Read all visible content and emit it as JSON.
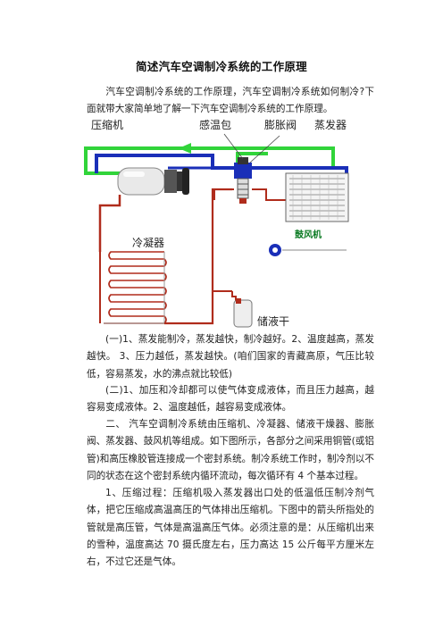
{
  "document": {
    "title": "简述汽车空调制冷系统的工作原理",
    "intro": "汽车空调制冷系统的工作原理，汽车空调制冷系统如何制冷?下面就带大家简单地了解一下汽车空调制冷系统的工作原理。",
    "paragraphs": [
      "(一)1、蒸发能制冷，蒸发越快，制冷越好。2、温度越高，蒸发越快。 3、压力越低，蒸发越快。(咱们国家的青藏高原，气压比较低，容易蒸发，水的沸点就比较低)",
      "(二)1、加压和冷却都可以使气体变成液体，而且压力越高，越容易变成液体。2、温度越低，越容易变成液体。",
      "二、 汽车空调制冷系统由压缩机、冷凝器、储液干燥器、膨胀阀、蒸发器、鼓风机等组成。如下图所示，各部分之间采用铜管(或铝管)和高压橡胶管连接成一个密封系统。制冷系统工作时，制冷剂以不同的状态在这个密封系统内循环流动，每次循环有 4 个基本过程。",
      "1、压缩过程：压缩机吸入蒸发器出口处的低温低压制冷剂气体，把它压缩成高温高压的气体排出压缩机。下图中的箭头所指处的管就是高压管，气体是高温高压气体。必须注意的是：从压缩机出来的雪种，温度高达 70 摄氏度左右，压力高达 15 公斤每平方厘米左右，不过它还是气体。"
    ]
  },
  "diagram": {
    "labels": {
      "compressor": "压缩机",
      "sensing_bulb": "感温包",
      "expansion_valve": "膨胀阀",
      "evaporator": "蒸发器",
      "condenser": "冷凝器",
      "blower": "鼓风机",
      "receiver_dryer": "储液干"
    },
    "colors": {
      "low_pressure_gas": "#31d43a",
      "low_pressure_return": "#1a2fb8",
      "high_pressure": "#b02c1c",
      "blower_text": "#0a7a22"
    }
  }
}
